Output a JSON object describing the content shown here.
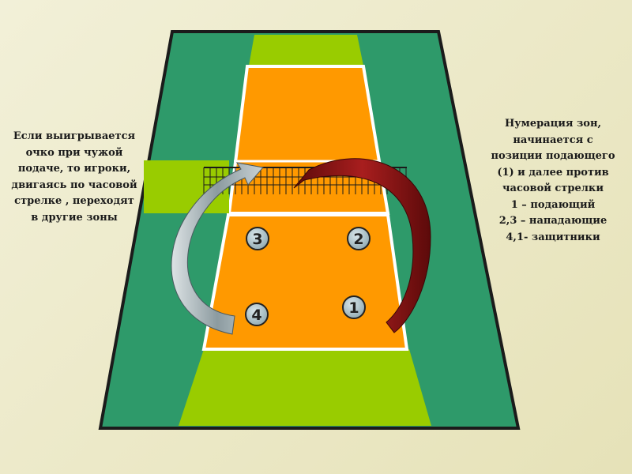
{
  "left_note": {
    "lines": [
      "Если выигрывается",
      "очко при чужой",
      "подаче, то игроки,",
      "двигаясь по часовой",
      "стрелке , переходят",
      "в другие зоны"
    ]
  },
  "right_note": {
    "lines": [
      "Нумерация зон,",
      "начинается с",
      "позиции подающего",
      "(1) и далее против",
      "часовой стрелки",
      "1 – подающий",
      "2,3 – нападающие",
      "4,1- защитники"
    ]
  },
  "zones": [
    "1",
    "2",
    "3",
    "4"
  ],
  "colors": {
    "court_outer": "#2e9a6a",
    "free_zone": "#99cc00",
    "court_orange": "#ff9900",
    "court_line": "#ffffff",
    "clockwise_arrow": "#9aa9ad",
    "counterclockwise_arrow": "#8b1a1a",
    "zone_circle": "#a9c3c9"
  }
}
